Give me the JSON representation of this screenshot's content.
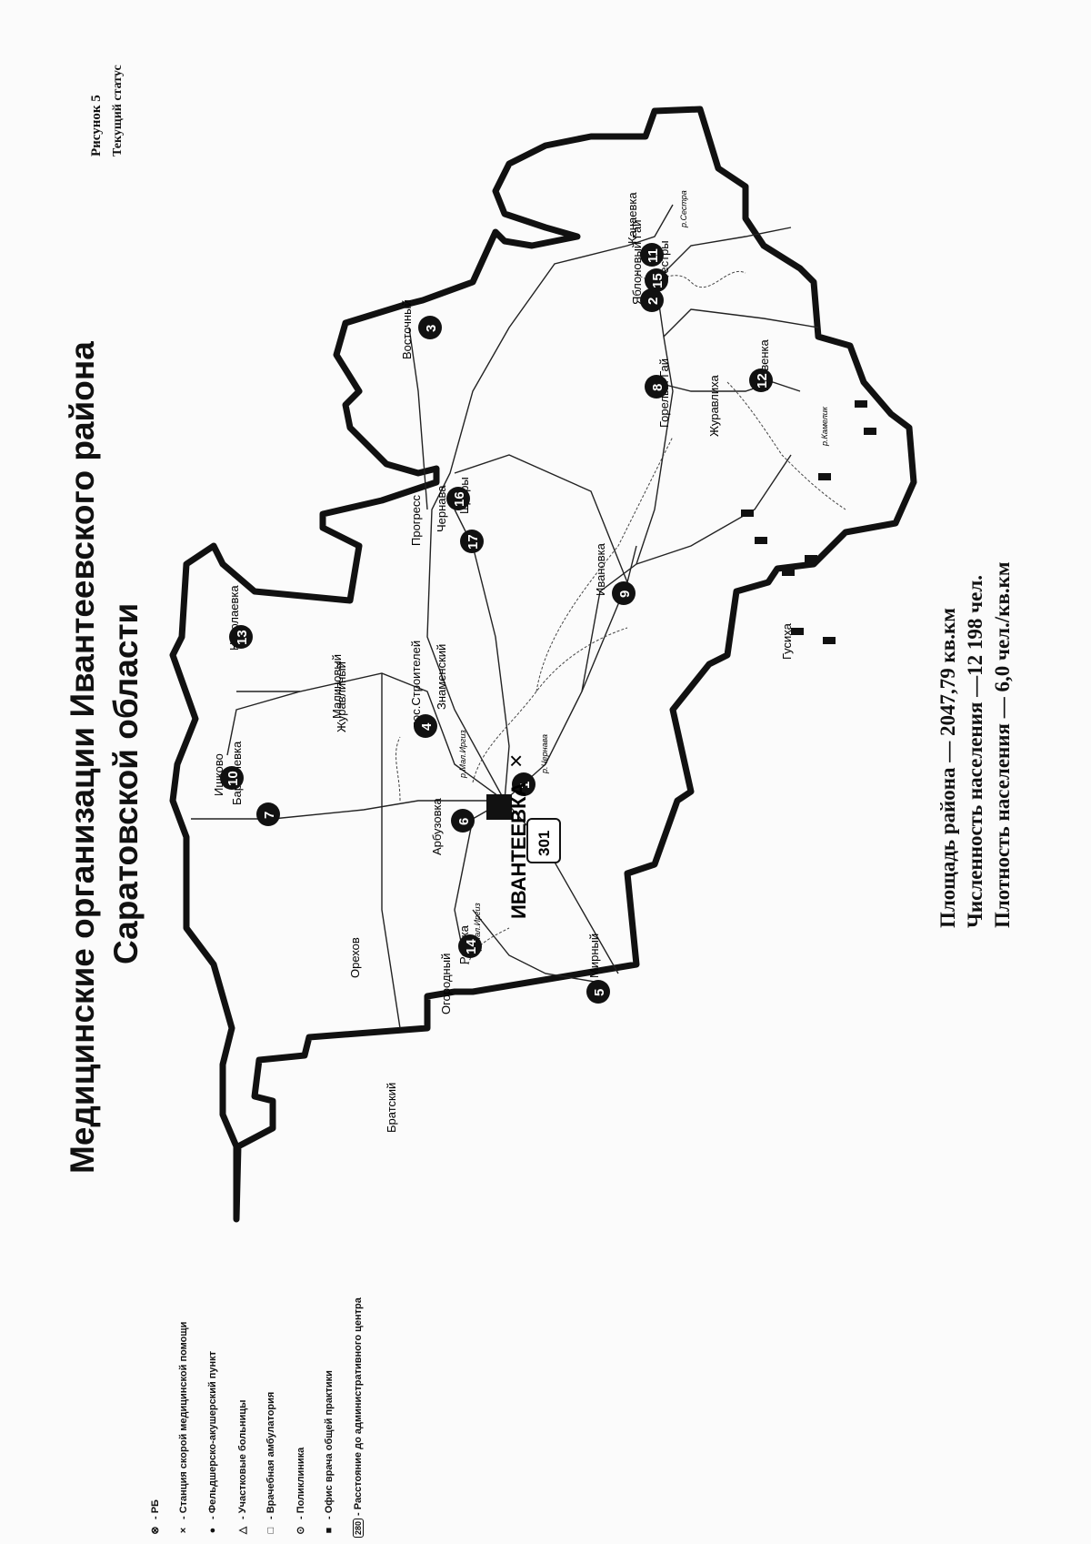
{
  "title": {
    "line1": "Медицинские организации Ивантеевского района",
    "line2": "Саратовской области"
  },
  "figure": {
    "label": "Рисунок 5",
    "status": "Текущий статус"
  },
  "stats": {
    "area": "Площадь района — 2047,79 кв.км",
    "population": "Численность населения —12 198 чел.",
    "density": "Плотность населения — 6,0 чел./кв.км"
  },
  "legend": [
    {
      "icon": "rb-icon",
      "symbol": "⊗",
      "label": "- РБ"
    },
    {
      "icon": "ambulance-station-icon",
      "symbol": "×",
      "label": "- Станция скорой медицинской помощи"
    },
    {
      "icon": "paramedic-point-icon",
      "symbol": "●",
      "label": "- Фельдшерско-акушерский пункт"
    },
    {
      "icon": "district-hospital-icon",
      "symbol": "△",
      "label": "- Участковые больницы"
    },
    {
      "icon": "ambulatory-icon",
      "symbol": "□",
      "label": "- Врачебная амбулатория"
    },
    {
      "icon": "polyclinic-icon",
      "symbol": "⊙",
      "label": "- Поликлиника"
    },
    {
      "icon": "gp-office-icon",
      "symbol": "■",
      "label": "- Офис врача общей практики"
    },
    {
      "icon": "distance-icon",
      "symbol": "280",
      "label": "- Расстояние до административного центра"
    }
  ],
  "map": {
    "center_label": "ИВАНТЕЕВКА",
    "center_distance": "301",
    "settlements": [
      {
        "name": "Восточный"
      },
      {
        "name": "Прогресс"
      },
      {
        "name": "Чернава"
      },
      {
        "name": "Щигры"
      },
      {
        "name": "Николаевка"
      },
      {
        "name": "пос.Строителей"
      },
      {
        "name": "Знаменский"
      },
      {
        "name": "Журавлиный"
      },
      {
        "name": "Малиновый"
      },
      {
        "name": "Бартеневка"
      },
      {
        "name": "Ишково"
      },
      {
        "name": "Арбузовка"
      },
      {
        "name": "Орехов"
      },
      {
        "name": "Братский"
      },
      {
        "name": "Раевка"
      },
      {
        "name": "Огородный"
      },
      {
        "name": "Мирный"
      },
      {
        "name": "Канаевка"
      },
      {
        "name": "Яблоновый Гай"
      },
      {
        "name": "Сестры"
      },
      {
        "name": "Горелый Гай"
      },
      {
        "name": "Журавлиха"
      },
      {
        "name": "Клевенка"
      },
      {
        "name": "Ивановка"
      },
      {
        "name": "Гусиха"
      }
    ],
    "rivers": [
      {
        "name": "р.Мал.Иргиз"
      },
      {
        "name": "р.Чернава"
      },
      {
        "name": "р.Сестра"
      },
      {
        "name": "р.Мал.Иргиз"
      },
      {
        "name": "р.Камелик"
      }
    ],
    "markers": [
      "1",
      "2",
      "3",
      "4",
      "5",
      "6",
      "7",
      "8",
      "9",
      "10",
      "11",
      "12",
      "13",
      "14",
      "15",
      "16",
      "17"
    ]
  }
}
